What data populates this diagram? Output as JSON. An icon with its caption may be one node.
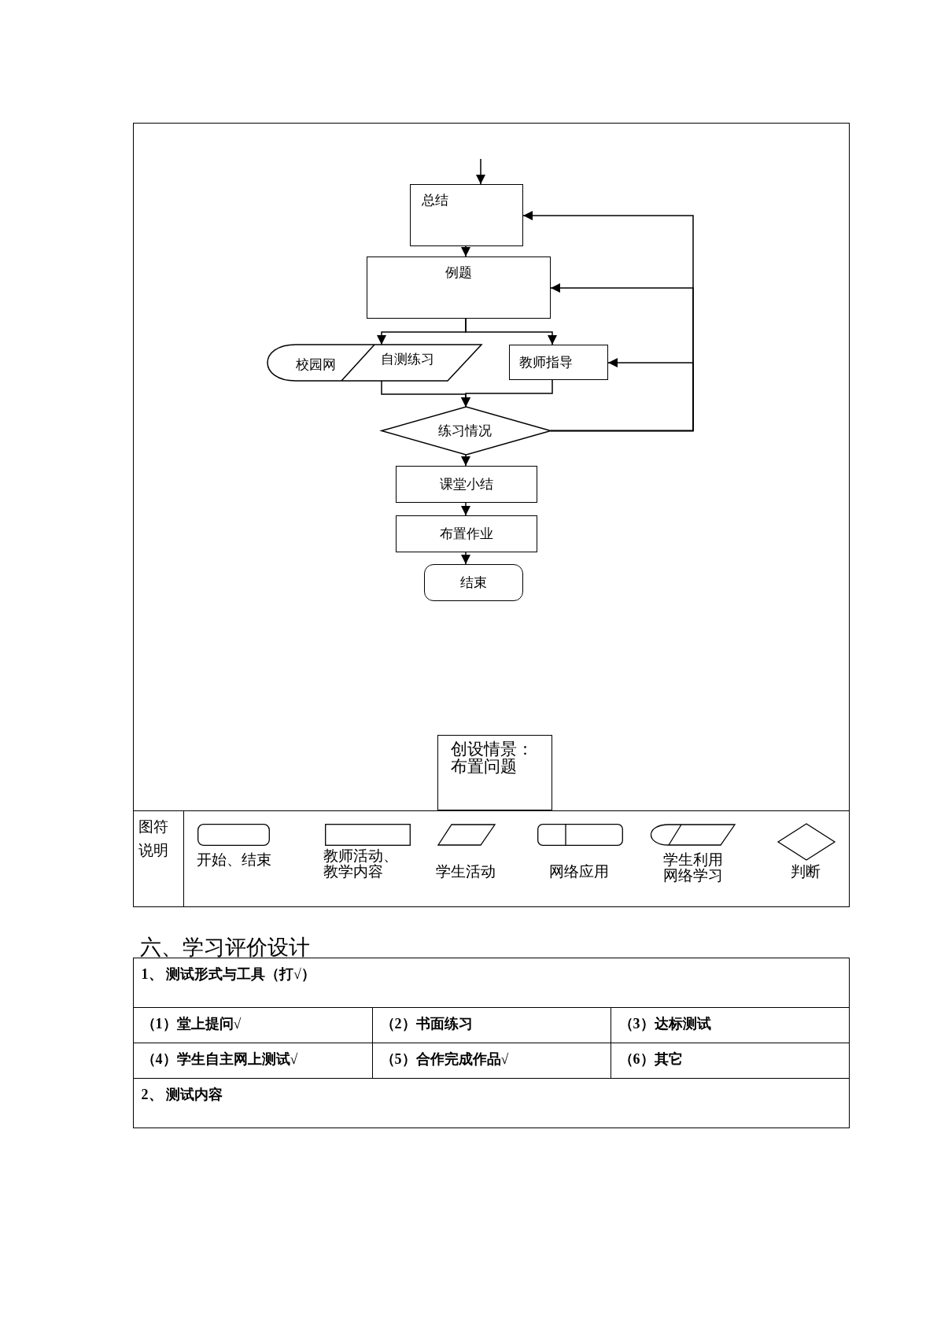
{
  "diagram": {
    "nodes": [
      {
        "text": [
          "总结"
        ]
      },
      {
        "text": [
          "例题"
        ]
      },
      {
        "text": [
          "校园网",
          "自测练习"
        ]
      },
      {
        "text": [
          "教师指导"
        ]
      },
      {
        "text": [
          "练习情况"
        ]
      },
      {
        "text": [
          "课堂小结"
        ]
      },
      {
        "text": [
          "布置作业"
        ]
      },
      {
        "text": [
          "结束"
        ]
      },
      {
        "text": [
          "创设情景：布置问题"
        ]
      }
    ],
    "edges": [
      {
        "from": null,
        "to": 0,
        "arrow": "to"
      },
      {
        "from": 0,
        "to": 1,
        "arrow": "to"
      },
      {
        "from": 1,
        "to": 2,
        "arrow": "to"
      },
      {
        "from": 1,
        "to": 3,
        "arrow": "to"
      },
      {
        "from": 2,
        "to": 4,
        "arrow": "to"
      },
      {
        "from": 3,
        "to": 4,
        "arrow": "to"
      },
      {
        "from": 4,
        "to": 5,
        "arrow": "to"
      },
      {
        "from": 5,
        "to": 6,
        "arrow": "to"
      },
      {
        "from": 6,
        "to": 7,
        "arrow": "to"
      },
      {
        "from": 4,
        "to": 0,
        "arrow": "to"
      },
      {
        "from": 4,
        "to": 1,
        "arrow": "to"
      },
      {
        "from": 4,
        "to": 3,
        "arrow": "to"
      }
    ],
    "labels": [
      "图符说明",
      "六、学习评价设计",
      "1、 测试形式与工具（打√）",
      "（1）堂上提问√",
      "（2）书面练习",
      "（3）达标测试",
      "（4）学生自主网上测试√",
      "（5）合作完成作品√",
      "（6）其它",
      "2、 测试内容"
    ],
    "legend": [
      {
        "text": "开始、结束"
      },
      {
        "text": "教师活动、教学内容"
      },
      {
        "text": "学生活动"
      },
      {
        "text": "网络应用"
      },
      {
        "text": "学生利用网络学习"
      },
      {
        "text": "判断"
      }
    ]
  }
}
